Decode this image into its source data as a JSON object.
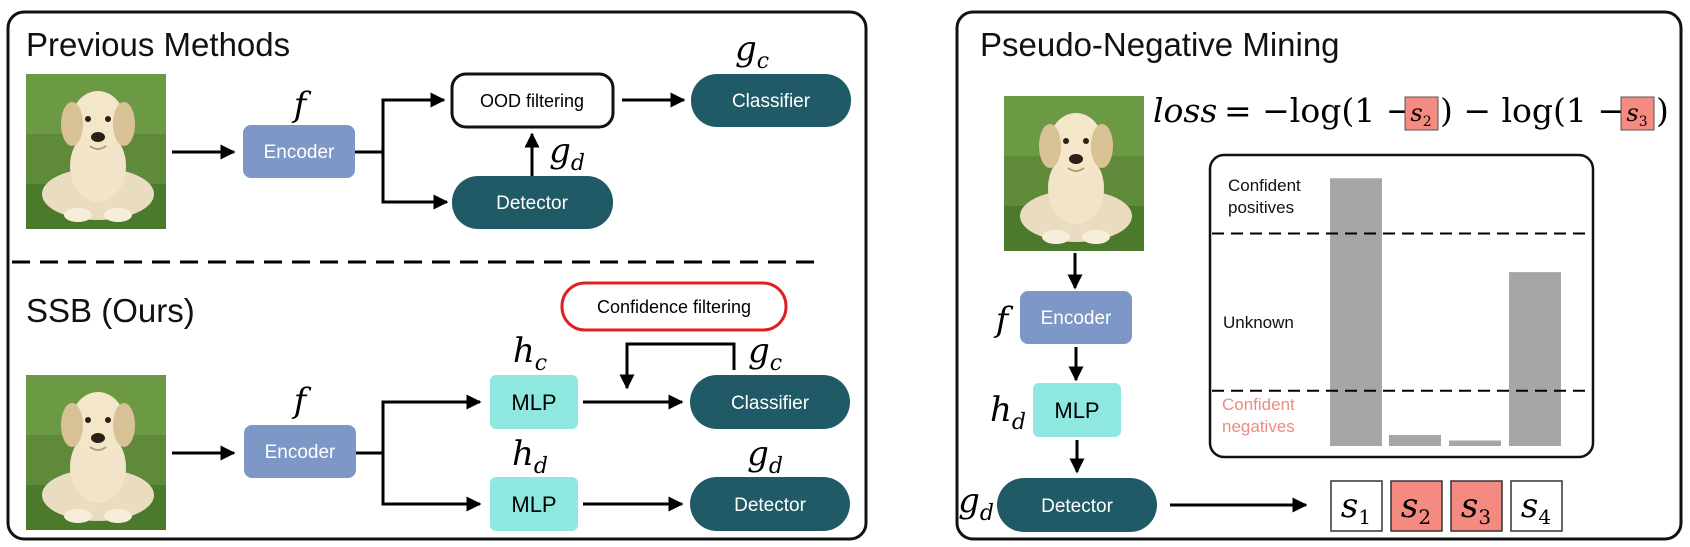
{
  "left_panel": {
    "previous_title": "Previous Methods",
    "ssb_title": "SSB (Ours)",
    "previous": {
      "f_label": "f",
      "encoder_label": "Encoder",
      "ood_label": "OOD filtering",
      "classifier_label": "Classifier",
      "gc_base": "g",
      "gc_sub": "c",
      "detector_label": "Detector",
      "gd_base": "g",
      "gd_sub": "d"
    },
    "ssb": {
      "f_label": "f",
      "encoder_label": "Encoder",
      "confidence_label": "Confidence filtering",
      "hc_base": "h",
      "hc_sub": "c",
      "mlp_c_label": "MLP",
      "gc_base": "g",
      "gc_sub": "c",
      "classifier_label": "Classifier",
      "hd_base": "h",
      "hd_sub": "d",
      "mlp_d_label": "MLP",
      "gd_base": "g",
      "gd_sub": "d",
      "detector_label": "Detector"
    }
  },
  "right_panel": {
    "title": "Pseudo-Negative Mining",
    "loss": {
      "lhs": "loss",
      "eq_part1": " = −log(1 −",
      "term1_base": "s",
      "term1_sub": "2",
      "eq_part2": ") − log(1 −",
      "term2_base": "s",
      "term2_sub": "3",
      "eq_part3": ")"
    },
    "f_label": "f",
    "encoder_label": "Encoder",
    "hd_base": "h",
    "hd_sub": "d",
    "mlp_label": "MLP",
    "gd_base": "g",
    "gd_sub": "d",
    "detector_label": "Detector",
    "chart_labels": {
      "confident_positives_1": "Confident",
      "confident_positives_2": "positives",
      "unknown": "Unknown",
      "confident_negatives_1": "Confident",
      "confident_negatives_2": "negatives"
    },
    "scores": [
      {
        "base": "s",
        "sub": "1",
        "highlight": false
      },
      {
        "base": "s",
        "sub": "2",
        "highlight": true
      },
      {
        "base": "s",
        "sub": "3",
        "highlight": true
      },
      {
        "base": "s",
        "sub": "4",
        "highlight": false
      }
    ]
  },
  "chart_data": {
    "type": "bar",
    "categories": [
      "s1",
      "s2",
      "s3",
      "s4"
    ],
    "values": [
      0.97,
      0.04,
      0.02,
      0.63
    ],
    "ylim": [
      0,
      1
    ],
    "thresholds": [
      0.77,
      0.2
    ],
    "grid": false,
    "legend": "none"
  },
  "colors": {
    "dark_teal": "#1f5a66",
    "encoder_blue": "#7d98c6",
    "mlp_cyan": "#8ee8e0",
    "confidence_red": "#e02020",
    "bar_gray": "#a6a6a6",
    "negative_pink": "#f58a80",
    "negative_text": "#f08a80"
  },
  "icons": [
    "dog-photo",
    "arrow-icon"
  ]
}
